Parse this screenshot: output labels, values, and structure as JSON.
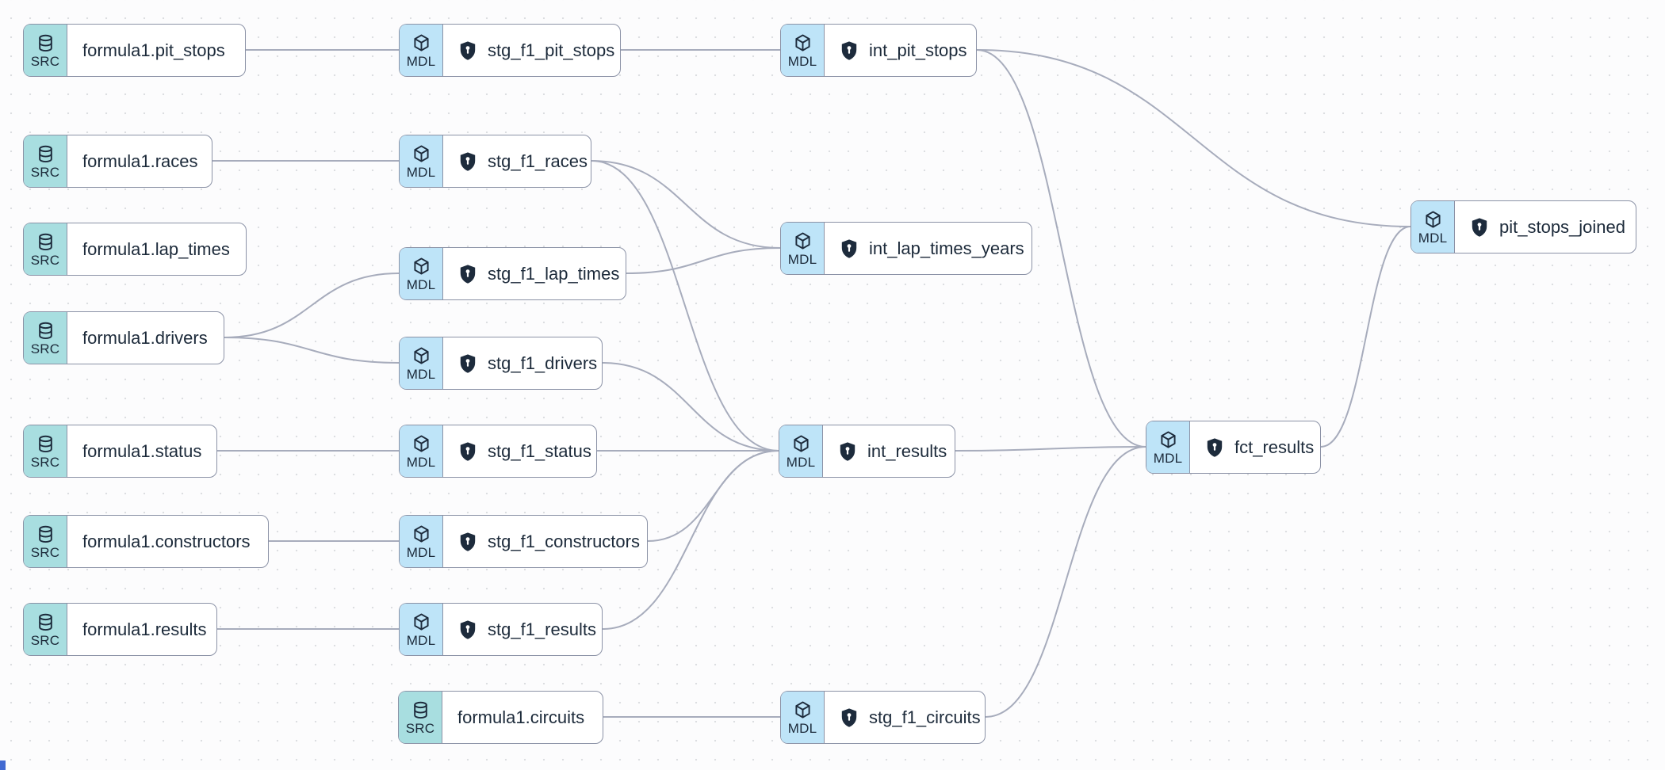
{
  "graph": {
    "kind": "dbt-lineage-dag",
    "colors": {
      "source_accent": "#a8dee0",
      "model_accent": "#bee4f8",
      "node_border": "#8b92a6",
      "edge": "#a7acbc",
      "text": "#1c2a3a",
      "background": "#fcfcfd",
      "grid_dot": "#dcdee1",
      "corner_marker": "#4169d1"
    }
  },
  "nodes": [
    {
      "id": "formula1.pit_stops",
      "type": "source",
      "badge": "SRC",
      "label": "formula1.pit_stops"
    },
    {
      "id": "formula1.races",
      "type": "source",
      "badge": "SRC",
      "label": "formula1.races"
    },
    {
      "id": "formula1.lap_times",
      "type": "source",
      "badge": "SRC",
      "label": "formula1.lap_times"
    },
    {
      "id": "formula1.drivers",
      "type": "source",
      "badge": "SRC",
      "label": "formula1.drivers"
    },
    {
      "id": "formula1.status",
      "type": "source",
      "badge": "SRC",
      "label": "formula1.status"
    },
    {
      "id": "formula1.constructors",
      "type": "source",
      "badge": "SRC",
      "label": "formula1.constructors"
    },
    {
      "id": "formula1.results",
      "type": "source",
      "badge": "SRC",
      "label": "formula1.results"
    },
    {
      "id": "formula1.circuits",
      "type": "source",
      "badge": "SRC",
      "label": "formula1.circuits"
    },
    {
      "id": "stg_f1_pit_stops",
      "type": "model",
      "badge": "MDL",
      "label": "stg_f1_pit_stops"
    },
    {
      "id": "stg_f1_races",
      "type": "model",
      "badge": "MDL",
      "label": "stg_f1_races"
    },
    {
      "id": "stg_f1_lap_times",
      "type": "model",
      "badge": "MDL",
      "label": "stg_f1_lap_times"
    },
    {
      "id": "stg_f1_drivers",
      "type": "model",
      "badge": "MDL",
      "label": "stg_f1_drivers"
    },
    {
      "id": "stg_f1_status",
      "type": "model",
      "badge": "MDL",
      "label": "stg_f1_status"
    },
    {
      "id": "stg_f1_constructors",
      "type": "model",
      "badge": "MDL",
      "label": "stg_f1_constructors"
    },
    {
      "id": "stg_f1_results",
      "type": "model",
      "badge": "MDL",
      "label": "stg_f1_results"
    },
    {
      "id": "stg_f1_circuits",
      "type": "model",
      "badge": "MDL",
      "label": "stg_f1_circuits"
    },
    {
      "id": "int_pit_stops",
      "type": "model",
      "badge": "MDL",
      "label": "int_pit_stops"
    },
    {
      "id": "int_lap_times_years",
      "type": "model",
      "badge": "MDL",
      "label": "int_lap_times_years"
    },
    {
      "id": "int_results",
      "type": "model",
      "badge": "MDL",
      "label": "int_results"
    },
    {
      "id": "fct_results",
      "type": "model",
      "badge": "MDL",
      "label": "fct_results"
    },
    {
      "id": "pit_stops_joined",
      "type": "model",
      "badge": "MDL",
      "label": "pit_stops_joined"
    }
  ],
  "edges": [
    {
      "from": "formula1.pit_stops",
      "to": "stg_f1_pit_stops"
    },
    {
      "from": "formula1.races",
      "to": "stg_f1_races"
    },
    {
      "from": "formula1.drivers",
      "to": "stg_f1_lap_times"
    },
    {
      "from": "formula1.drivers",
      "to": "stg_f1_drivers"
    },
    {
      "from": "formula1.status",
      "to": "stg_f1_status"
    },
    {
      "from": "formula1.constructors",
      "to": "stg_f1_constructors"
    },
    {
      "from": "formula1.results",
      "to": "stg_f1_results"
    },
    {
      "from": "formula1.circuits",
      "to": "stg_f1_circuits"
    },
    {
      "from": "stg_f1_pit_stops",
      "to": "int_pit_stops"
    },
    {
      "from": "stg_f1_races",
      "to": "int_lap_times_years"
    },
    {
      "from": "stg_f1_races",
      "to": "int_results"
    },
    {
      "from": "stg_f1_lap_times",
      "to": "int_lap_times_years"
    },
    {
      "from": "stg_f1_drivers",
      "to": "int_results"
    },
    {
      "from": "stg_f1_status",
      "to": "int_results"
    },
    {
      "from": "stg_f1_constructors",
      "to": "int_results"
    },
    {
      "from": "stg_f1_results",
      "to": "int_results"
    },
    {
      "from": "int_pit_stops",
      "to": "pit_stops_joined"
    },
    {
      "from": "int_pit_stops",
      "to": "fct_results"
    },
    {
      "from": "int_results",
      "to": "fct_results"
    },
    {
      "from": "stg_f1_circuits",
      "to": "fct_results"
    },
    {
      "from": "fct_results",
      "to": "pit_stops_joined"
    }
  ]
}
